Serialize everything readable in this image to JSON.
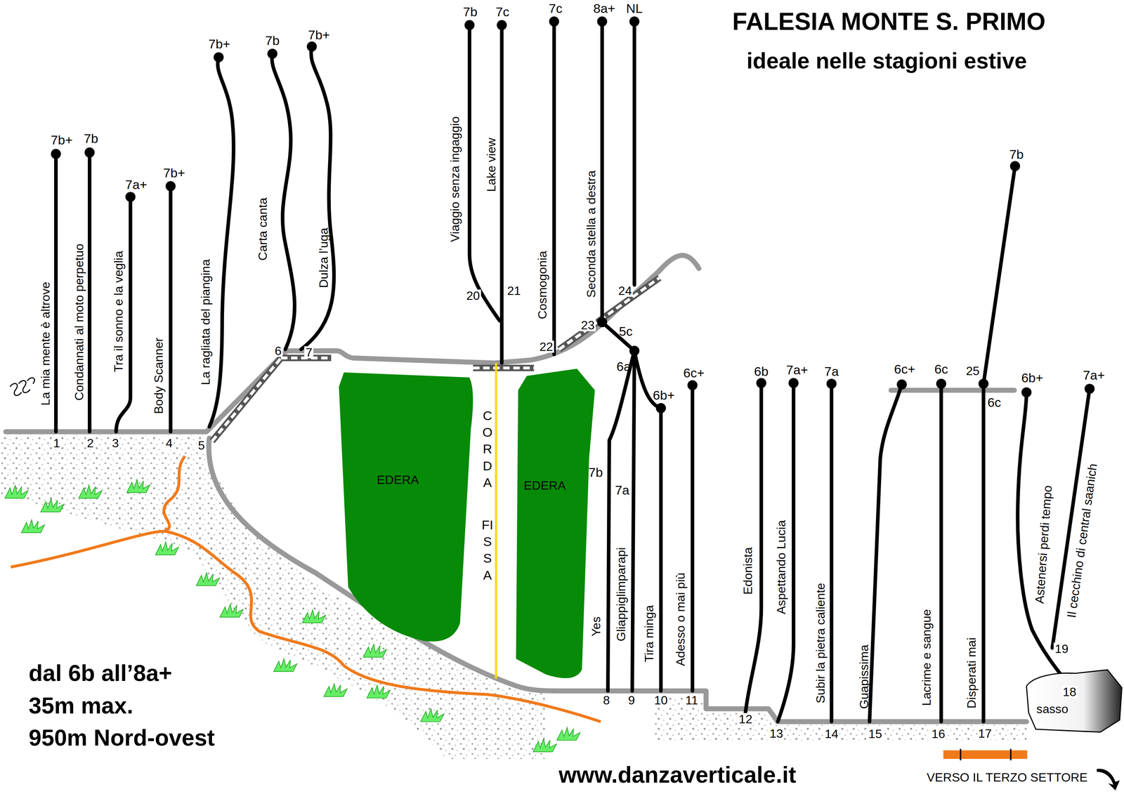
{
  "diagram": {
    "title": "FALESIA MONTE S. PRIMO",
    "nodes": [
      {
        "text": [
          "EDERA"
        ]
      },
      {
        "text": [
          "EDERA"
        ]
      },
      {
        "text": [
          "sasso"
        ]
      }
    ],
    "labels": [
      "ideale nelle stagioni estive",
      "La mia mente è altrove",
      "7b+",
      "1",
      "Condannati al moto perpetuo",
      "7b",
      "2",
      "Tra il sonno e la veglia",
      "7a+",
      "3",
      "Body Scanner",
      "7b+",
      "4",
      "La ragliata del piangina",
      "7b+",
      "5",
      "Carta canta",
      "7b",
      "6",
      "Dulza l’uga",
      "7b+",
      "7",
      "Viaggio senza ingaggio",
      "7b",
      "20",
      "Lake view",
      "7c",
      "21",
      "Cosmogonia",
      "7c",
      "22",
      "Seconda stella a destra",
      "8a+",
      "23",
      "NL",
      "24",
      "5c",
      "6a",
      "Yes",
      "7b",
      "8",
      "Gliappiglimparapi",
      "7a",
      "9",
      "Tira minga",
      "6b+",
      "10",
      "Adesso o mai più",
      "6c+",
      "11",
      "Edonista",
      "6b",
      "12",
      "Aspettando Lucia",
      "7a+",
      "13",
      "Subir la pietra caliente",
      "7a",
      "14",
      "Guapissima",
      "6c+",
      "15",
      "Lacrime e sangue",
      "6c",
      "16",
      "Disperati mai",
      "6c",
      "17",
      "7b",
      "25",
      "Astenersi perdi tempo",
      "6b+",
      "Il cecchino di central saanich",
      "7a+",
      "19",
      "18",
      "CORDA",
      "FISSA",
      "dal 6b all’8a+",
      "35m max.",
      "950m Nord-ovest",
      "www.danzaverticale.it",
      "VERSO IL TERZO SETTORE"
    ]
  }
}
